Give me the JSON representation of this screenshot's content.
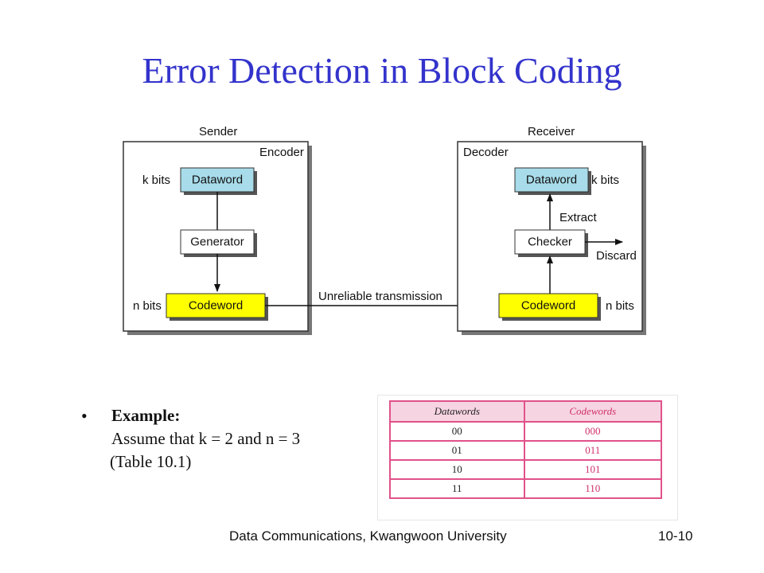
{
  "title": "Error Detection in Block Coding",
  "diagram": {
    "sender": {
      "heading": "Sender",
      "box_label": "Encoder",
      "dataword": "Dataword",
      "generator": "Generator",
      "codeword": "Codeword",
      "k_label": "k bits",
      "n_label": "n bits"
    },
    "receiver": {
      "heading": "Receiver",
      "box_label": "Decoder",
      "dataword": "Dataword",
      "checker": "Checker",
      "codeword": "Codeword",
      "k_label": "k bits",
      "n_label": "n bits",
      "extract": "Extract",
      "discard": "Discard"
    },
    "channel": "Unreliable transmission"
  },
  "example": {
    "bullet": "•",
    "heading": "Example:",
    "line": "Assume that k = 2 and n = 3",
    "ref": "(Table 10.1)"
  },
  "table": {
    "headers": [
      "Datawords",
      "Codewords"
    ],
    "rows": [
      [
        "00",
        "000"
      ],
      [
        "01",
        "011"
      ],
      [
        "10",
        "101"
      ],
      [
        "11",
        "110"
      ]
    ]
  },
  "footer": {
    "center": "Data Communications, Kwangwoon University",
    "page": "10-10"
  },
  "colors": {
    "title": "#3333cc",
    "dataword_fill": "#a8dcea",
    "codeword_fill": "#ffff00",
    "table_border": "#e0528a",
    "table_header_fill": "#f7d4e2"
  }
}
